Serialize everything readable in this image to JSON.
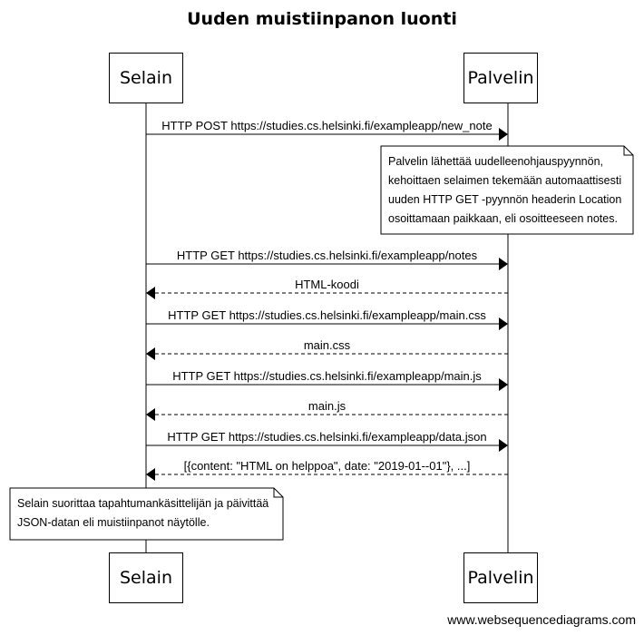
{
  "diagram": {
    "title": "Uuden muistiinpanon luonti",
    "actors": {
      "left": "Selain",
      "right": "Palvelin"
    },
    "messages": [
      {
        "label": "HTTP POST https://studies.cs.helsinki.fi/exampleapp/new_note",
        "direction": "left-to-right",
        "style": "solid"
      },
      {
        "label": "HTTP GET https://studies.cs.helsinki.fi/exampleapp/notes",
        "direction": "left-to-right",
        "style": "solid"
      },
      {
        "label": "HTML-koodi",
        "direction": "right-to-left",
        "style": "dashed"
      },
      {
        "label": "HTTP GET https://studies.cs.helsinki.fi/exampleapp/main.css",
        "direction": "left-to-right",
        "style": "solid"
      },
      {
        "label": "main.css",
        "direction": "right-to-left",
        "style": "dashed"
      },
      {
        "label": "HTTP GET https://studies.cs.helsinki.fi/exampleapp/main.js",
        "direction": "left-to-right",
        "style": "solid"
      },
      {
        "label": "main.js",
        "direction": "right-to-left",
        "style": "dashed"
      },
      {
        "label": "HTTP GET https://studies.cs.helsinki.fi/exampleapp/data.json",
        "direction": "left-to-right",
        "style": "solid"
      },
      {
        "label": "[{content: \"HTML on helppoa\", date: \"2019-01--01\"}, ...]",
        "direction": "right-to-left",
        "style": "dashed"
      }
    ],
    "notes": {
      "server": {
        "lines": [
          "Palvelin lähettää uudelleenohjauspyynnön,",
          "kehoittaen selaimen tekemään automaattisesti",
          "uuden HTTP GET -pyynnön headerin Location",
          "osoittamaan paikkaan, eli osoitteeseen notes."
        ]
      },
      "browser": {
        "lines": [
          "Selain suorittaa tapahtumankäsittelijän ja päivittää",
          "JSON-datan eli muistiinpanot näytölle."
        ]
      }
    },
    "footer": "www.websequencediagrams.com"
  }
}
